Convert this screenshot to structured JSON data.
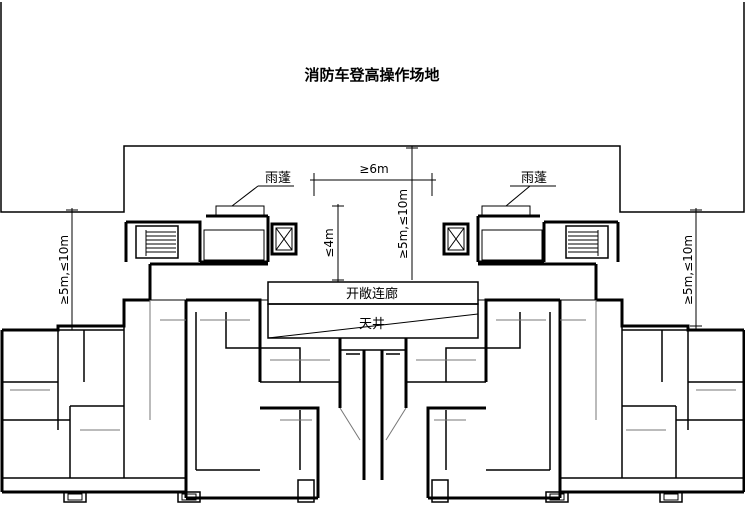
{
  "labels": {
    "site_title": "消防车登高操作场地",
    "canopy_left": "雨蓬",
    "canopy_right": "雨蓬",
    "open_corridor": "开敞连廊",
    "light_well": "天井"
  },
  "dimensions": {
    "gap_top": "≥6m",
    "mid_right": "≥5m,≤10m",
    "mid_left": "≤4m",
    "outer_left": "≥5m,≤10m",
    "outer_right": "≥5m,≤10m"
  }
}
